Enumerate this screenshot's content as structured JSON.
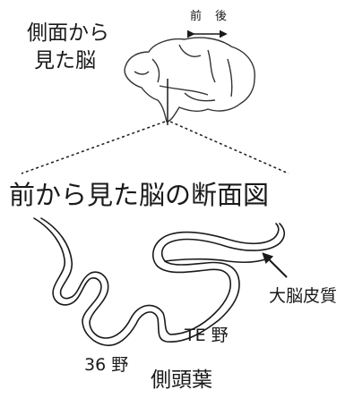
{
  "brain_view": {
    "title_line1": "側面から",
    "title_line2": "見た脳",
    "direction_front": "前",
    "direction_back": "後"
  },
  "section": {
    "title": "前から見た脳の断面図"
  },
  "labels": {
    "cortex": "大脳皮質",
    "te_area": "TE 野",
    "area_36": "36 野",
    "temporal_lobe": "側頭葉"
  },
  "colors": {
    "ink": "#1a1a1a",
    "background": "#ffffff"
  }
}
